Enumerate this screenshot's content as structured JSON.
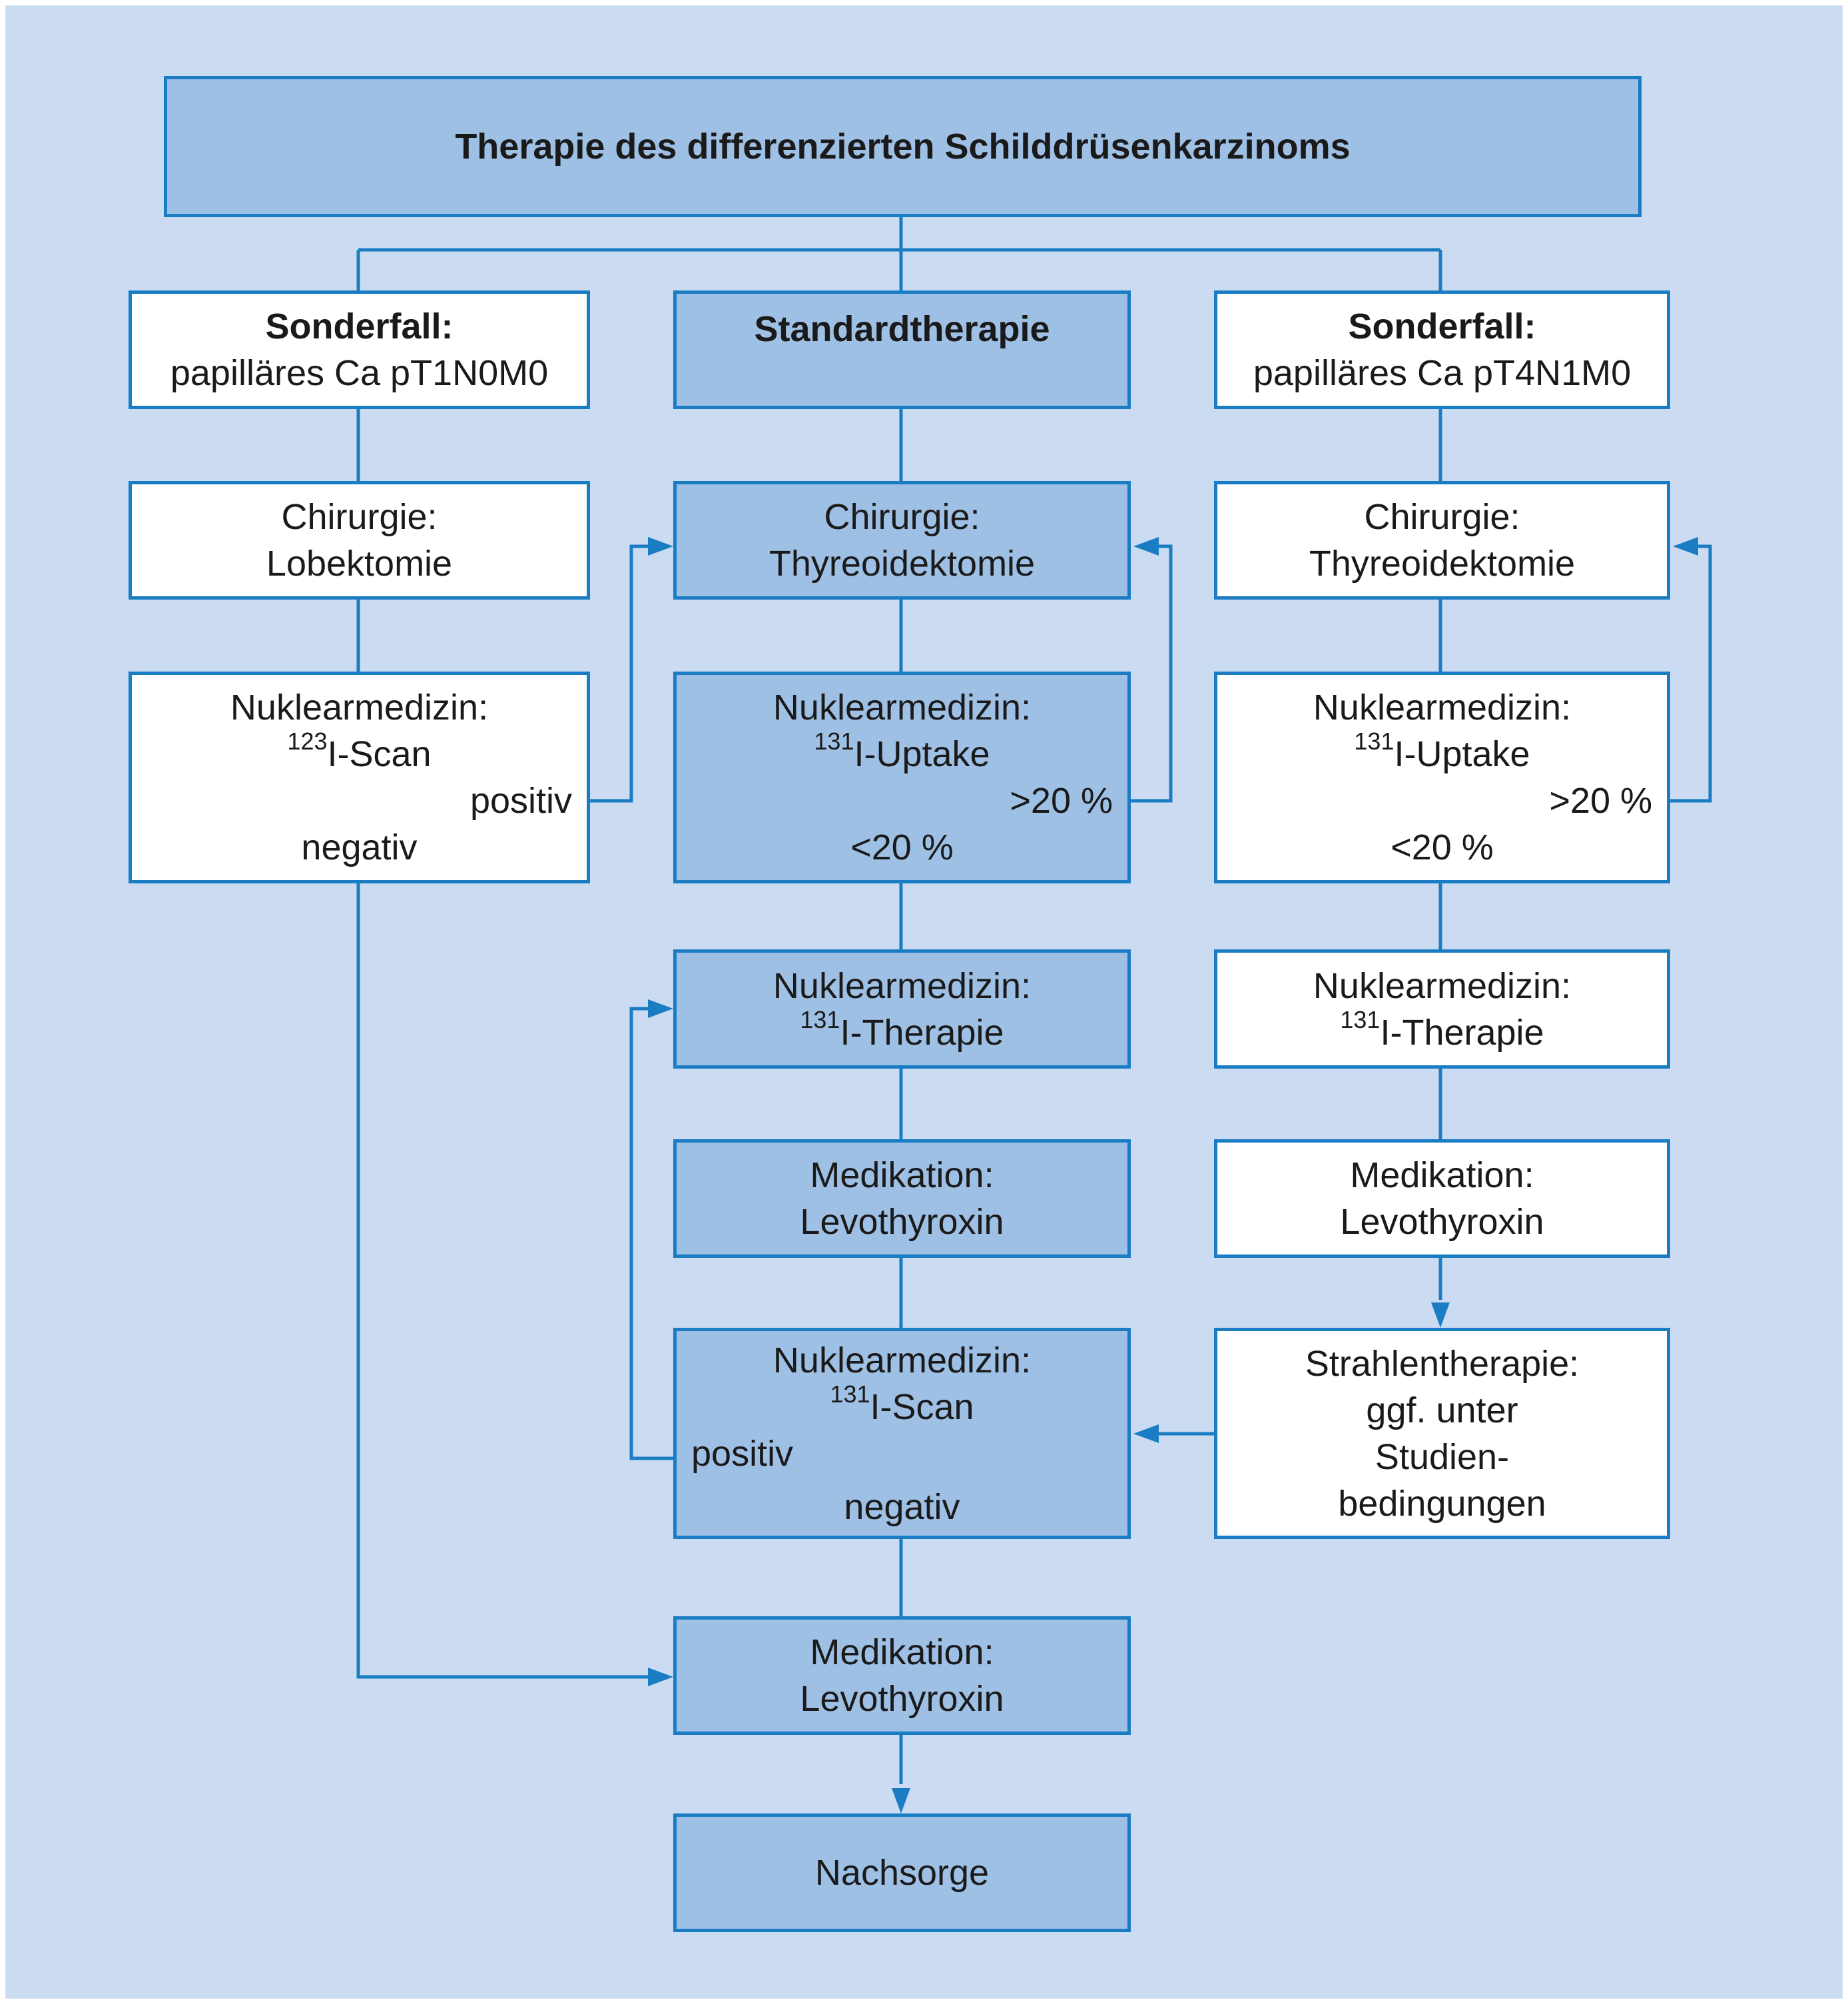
{
  "title": "Therapie des differenzierten Schilddrüsenkarzinoms",
  "columns": {
    "left": {
      "header": {
        "bold": "Sonderfall:",
        "text": "papilläres Ca pT1N0M0"
      },
      "surgery": {
        "line1": "Chirurgie:",
        "line2": "Lobektomie"
      },
      "nuclear_scan": {
        "line1": "Nuklearmedizin:",
        "isotope": "123",
        "line2": "I-Scan",
        "positive": "positiv",
        "negative": "negativ"
      }
    },
    "center": {
      "header": {
        "bold": "Standardtherapie"
      },
      "surgery": {
        "line1": "Chirurgie:",
        "line2": "Thyreoidektomie"
      },
      "uptake": {
        "line1": "Nuklearmedizin:",
        "isotope": "131",
        "line2": "I-Uptake",
        "high": ">20 %",
        "low": "<20 %"
      },
      "therapy": {
        "line1": "Nuklearmedizin:",
        "isotope": "131",
        "line2": "I-Therapie"
      },
      "medication1": {
        "line1": "Medikation:",
        "line2": "Levothyroxin"
      },
      "scan": {
        "line1": "Nuklearmedizin:",
        "isotope": "131",
        "line2": "I-Scan",
        "positive": "positiv",
        "negative": "negativ"
      },
      "medication2": {
        "line1": "Medikation:",
        "line2": "Levothyroxin"
      },
      "aftercare": {
        "text": "Nachsorge"
      }
    },
    "right": {
      "header": {
        "bold": "Sonderfall:",
        "text": "papilläres Ca pT4N1M0"
      },
      "surgery": {
        "line1": "Chirurgie:",
        "line2": "Thyreoidektomie"
      },
      "uptake": {
        "line1": "Nuklearmedizin:",
        "isotope": "131",
        "line2": "I-Uptake",
        "high": ">20 %",
        "low": "<20 %"
      },
      "therapy": {
        "line1": "Nuklearmedizin:",
        "isotope": "131",
        "line2": "I-Therapie"
      },
      "medication": {
        "line1": "Medikation:",
        "line2": "Levothyroxin"
      },
      "radiation": {
        "line1": "Strahlentherapie:",
        "line2": "ggf. unter",
        "line3": "Studien-",
        "line4": "bedingungen"
      }
    }
  },
  "colors": {
    "background": "#cbdcf2",
    "box_blue": "#9fc0e5",
    "box_white": "#ffffff",
    "line": "#1a7dc4"
  }
}
